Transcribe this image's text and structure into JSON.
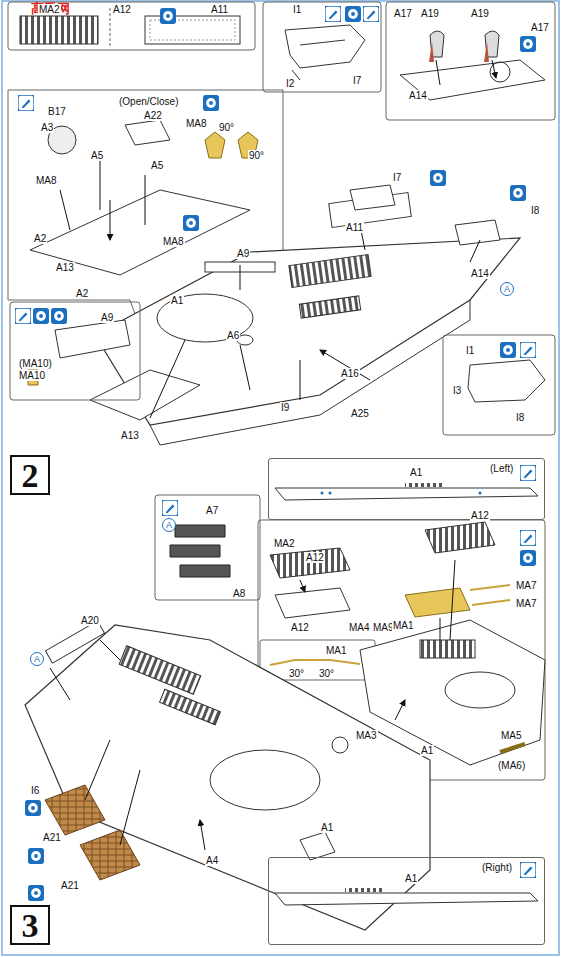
{
  "diagram": {
    "nodes": [
      {
        "text": [
          "2"
        ]
      },
      {
        "text": [
          "(Left)",
          "A1"
        ]
      },
      {
        "text": [
          "3"
        ]
      },
      {
        "text": [
          "(Right)",
          "A1"
        ]
      }
    ],
    "labels": [
      "高手网",
      "MA2",
      "A12",
      "A11",
      "I1",
      "I2",
      "I7",
      "A17",
      "A19",
      "A19",
      "A17",
      "A14",
      "B17",
      "A3",
      "A22",
      "(Open/Close)",
      "MA8",
      "90°",
      "90°",
      "A5",
      "A5",
      "MA8",
      "MA8",
      "A2",
      "A13",
      "A2",
      "A11",
      "I7",
      "I8",
      "A14",
      "A9",
      "A",
      "A1",
      "A6",
      "A16",
      "I9",
      "A25",
      "A13",
      "A9",
      "(MA10)",
      "MA10",
      "I1",
      "I3",
      "I8",
      "A",
      "A7",
      "A8",
      "MA2",
      "A12",
      "MA4",
      "MA9",
      "A12",
      "MA1",
      "30°",
      "30°",
      "A12",
      "MA7",
      "MA7",
      "MA1",
      "MA3",
      "A1",
      "MA5",
      "(MA6)",
      "A20",
      "A",
      "I6",
      "A21",
      "A21",
      "A4",
      "A1"
    ]
  }
}
